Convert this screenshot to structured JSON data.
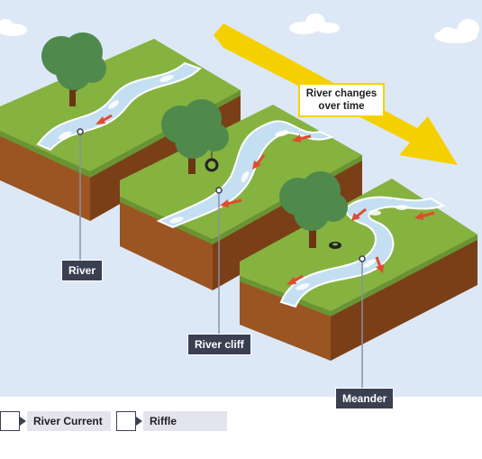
{
  "diagram": {
    "callouts": {
      "river": "River",
      "river_cliff": "River cliff",
      "meander": "Meander"
    },
    "banner": {
      "line1": "River changes",
      "line2": "over time"
    }
  },
  "legend": {
    "items": [
      {
        "label": "River Current",
        "icon": "red-arrow-icon"
      },
      {
        "label": "Riffle",
        "icon": "riffle-icon"
      }
    ]
  },
  "colors": {
    "sky": "#dde8f6",
    "grass": "#86b240",
    "soil": "#8b4a1e",
    "water": "#c4dff2",
    "current_arrow": "#e04b2f",
    "time_arrow": "#f5d000",
    "label_bg": "#3a3f52"
  }
}
